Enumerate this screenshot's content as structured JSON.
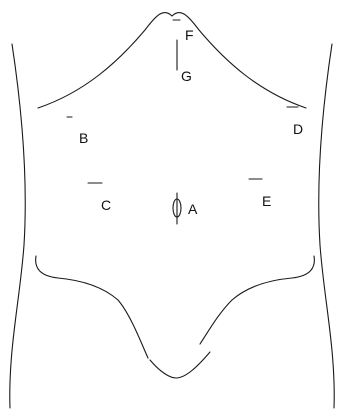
{
  "figure": {
    "labels": {
      "a": "A",
      "b": "B",
      "c": "C",
      "d": "D",
      "e": "E",
      "f": "F",
      "g": "G"
    }
  }
}
